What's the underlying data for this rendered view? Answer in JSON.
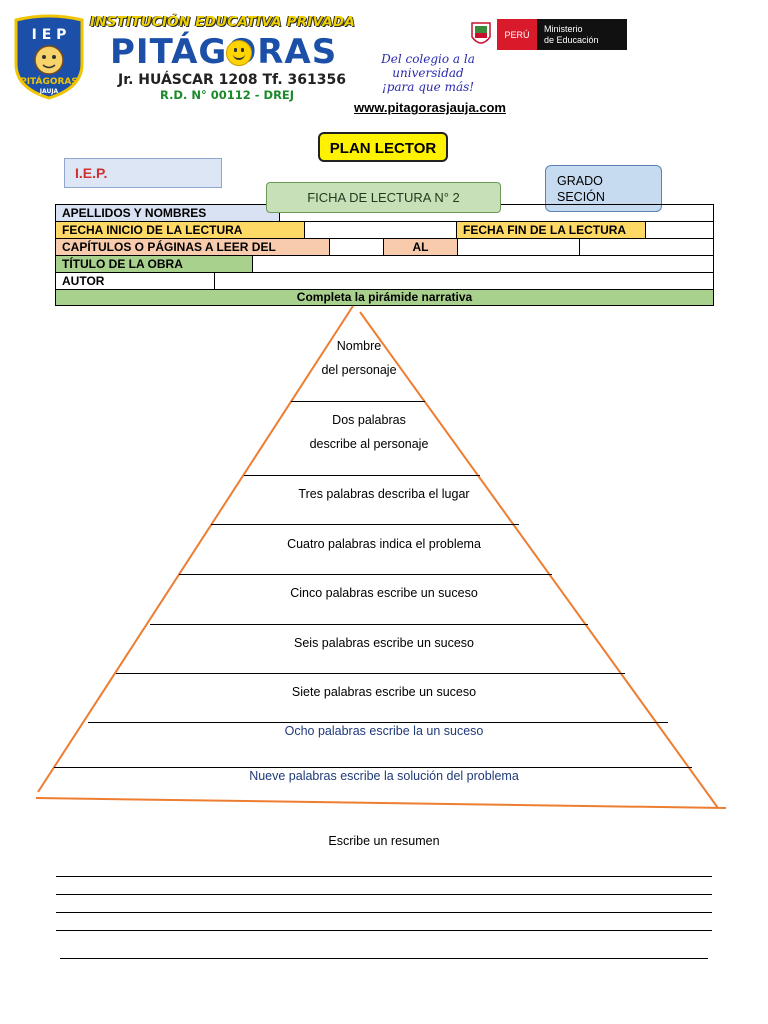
{
  "header": {
    "logo_text_top": "I E P",
    "logo_text_bottom": "PITÁGORAS",
    "logo_text_city": "JAUJA",
    "institution": "INSTITUCIÓN EDUCATIVA PRIVADA",
    "brand": "PITÁGORAS",
    "address": "Jr. HUÁSCAR 1208 Tf. 361356",
    "resolution": "R.D. N° 00112 - DREJ",
    "slogan_line1": "Del colegio a la universidad",
    "slogan_line2": "¡para que más!",
    "ministry_country": "PERÚ",
    "ministry_name_line1": "Ministerio",
    "ministry_name_line2": "de Educación",
    "website": "www.pitagorasjauja.com"
  },
  "title": "PLAN LECTOR",
  "iep_label": "I.E.P.",
  "grado_label": "GRADO",
  "seccion_label": "SECIÓN",
  "ficha_title": "FICHA DE LECTURA N° 2",
  "form": {
    "apellidos": "APELLIDOS Y NOMBRES",
    "fecha_inicio": "FECHA INICIO DE LA LECTURA",
    "fecha_fin": "FECHA FIN DE LA LECTURA",
    "capitulos": "CAPÍTULOS O PÁGINAS A LEER DEL",
    "al": "AL",
    "titulo": "TÍTULO DE LA OBRA",
    "autor": "AUTOR",
    "instruction": "Completa la pirámide  narrativa"
  },
  "colors": {
    "label_blue": "#d9e2f3",
    "label_orange": "#ffd966",
    "label_salmon": "#f8cbad",
    "label_green": "#a9d18e",
    "pyramid_stroke": "#ed7d31"
  },
  "pyramid": {
    "level1_line1": "Nombre",
    "level1_line2": "del personaje",
    "level2_line1": "Dos palabras",
    "level2_line2": "describe al personaje",
    "level3": "Tres palabras describa el lugar",
    "level4": "Cuatro palabras indica el problema",
    "level5": "Cinco palabras escribe un suceso",
    "level6": "Seis palabras escribe un suceso",
    "level7": "Siete palabras escribe un suceso",
    "level8": "Ocho palabras escribe la  un suceso",
    "level9": "Nueve palabras escribe la solución del problema"
  },
  "summary": {
    "label": "Escribe un resumen"
  }
}
